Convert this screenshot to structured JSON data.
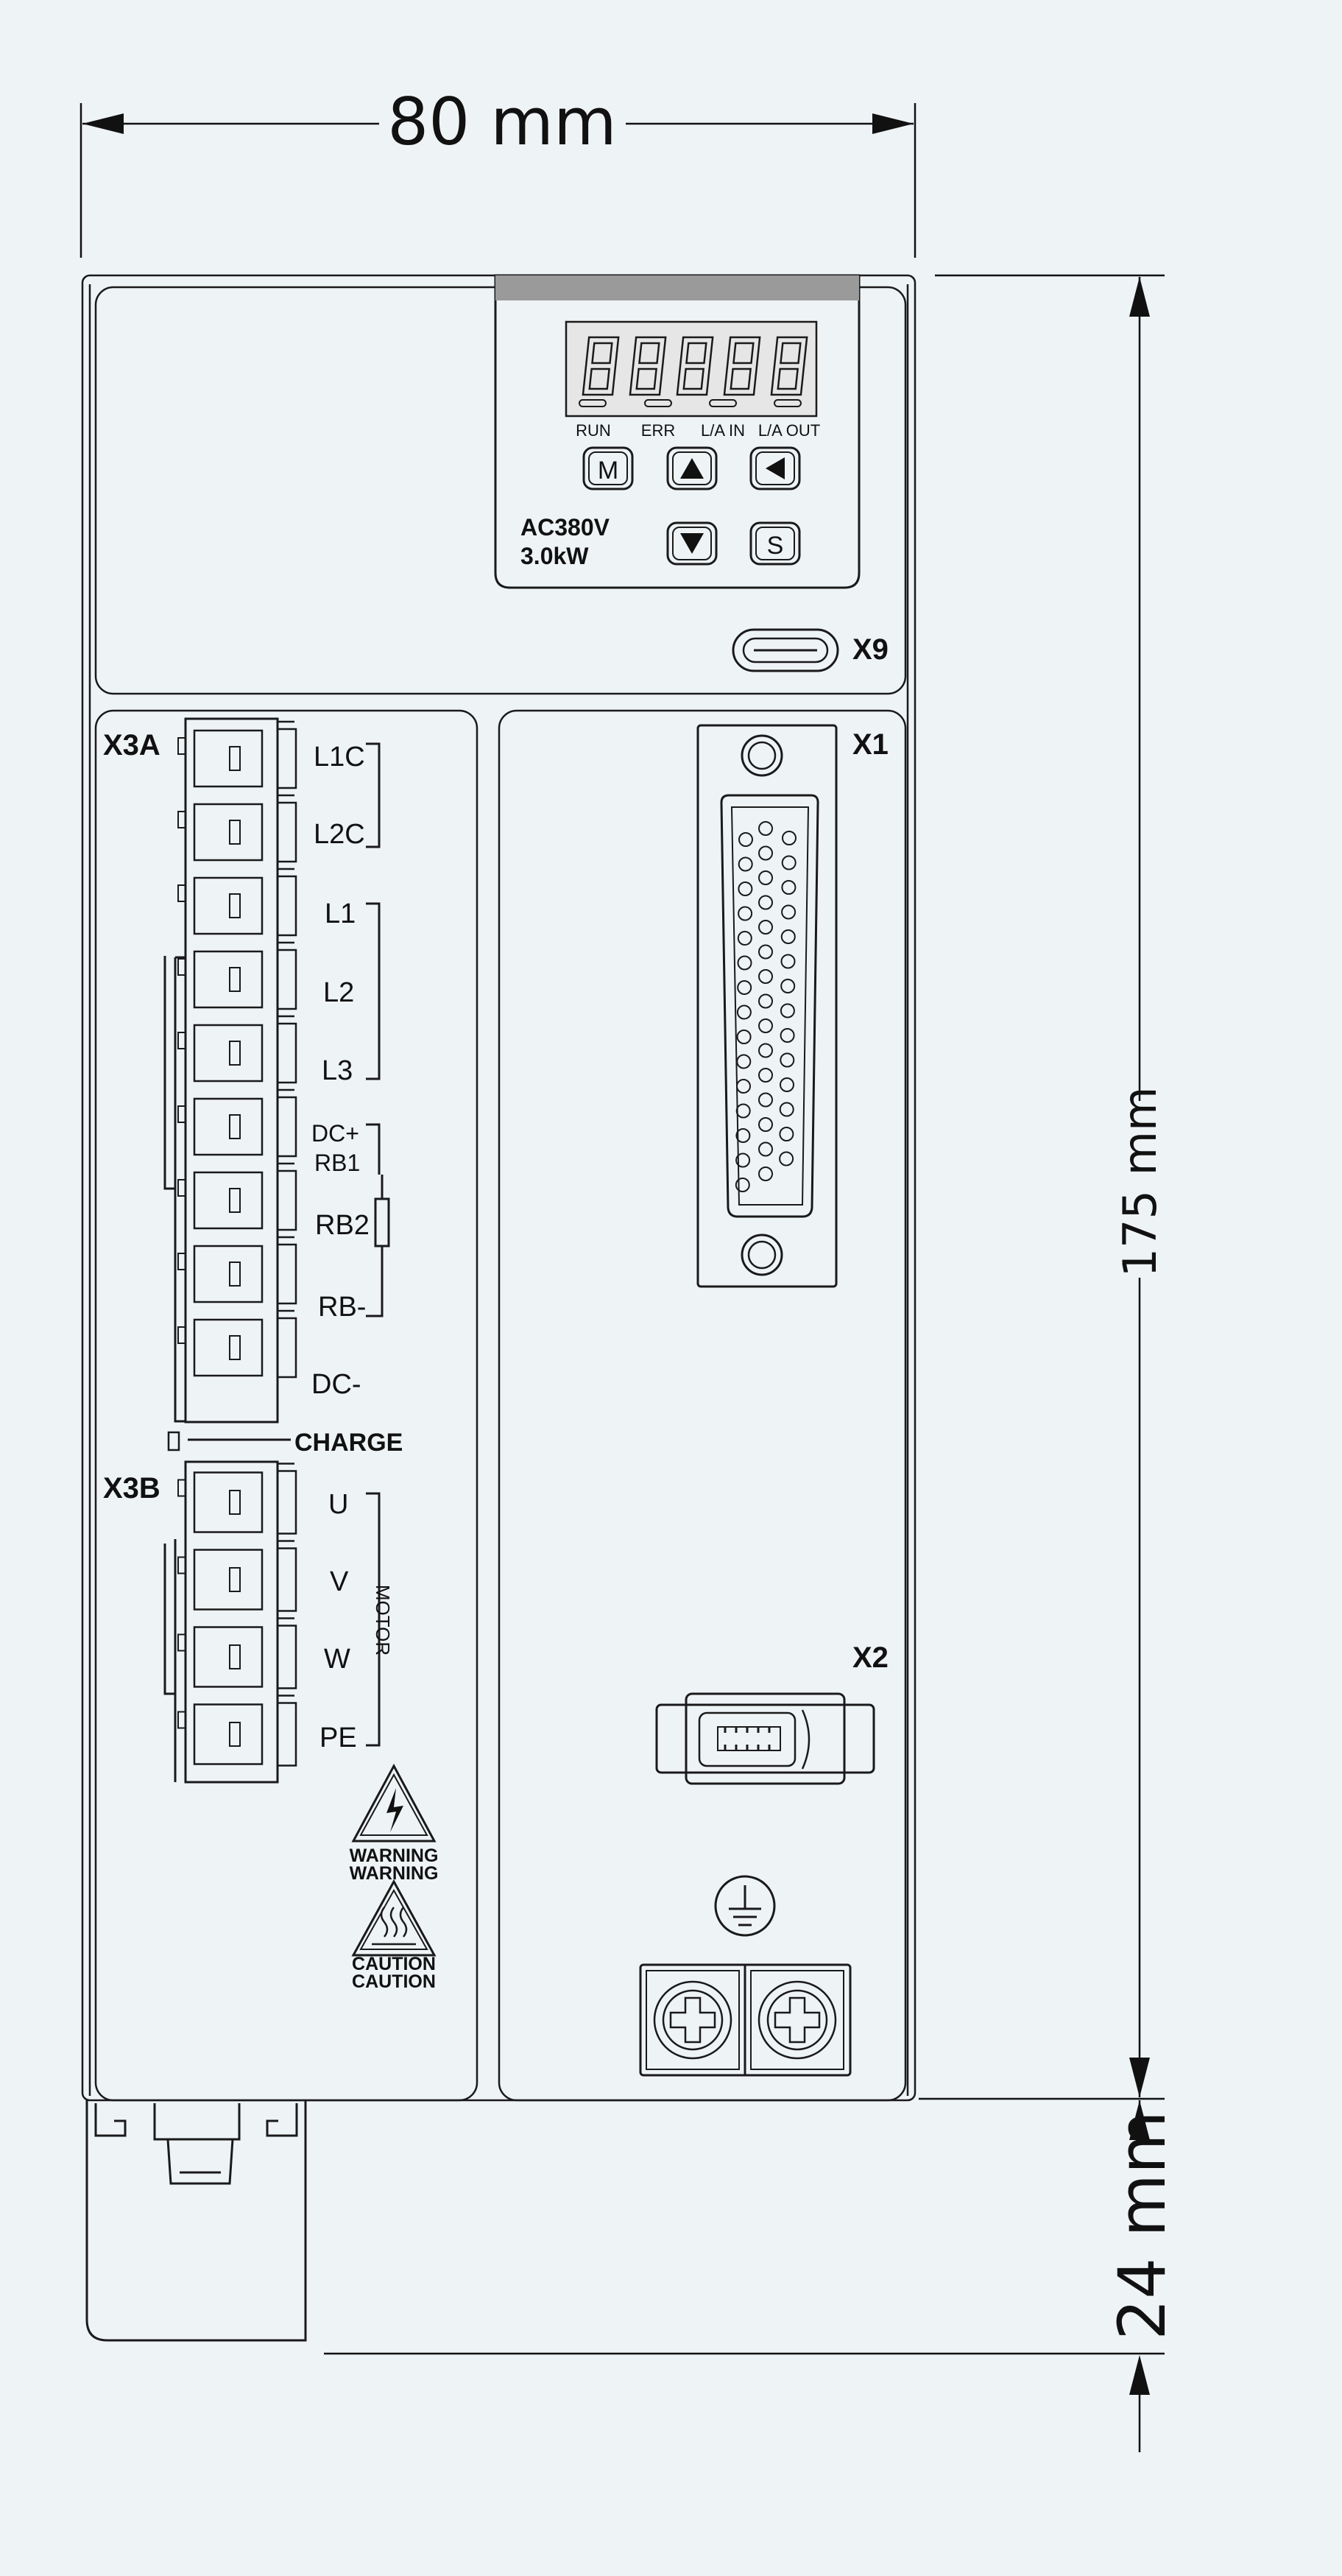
{
  "dimensions": {
    "width": "80 mm",
    "height": "175 mm",
    "depth": "24 mm"
  },
  "keypad": {
    "display_digits": [
      "8",
      "8",
      "8",
      "8",
      "8"
    ],
    "indicators": [
      "RUN",
      "ERR",
      "L/A IN",
      "L/A OUT"
    ],
    "buttons": {
      "mode": "M",
      "set": "S"
    },
    "rating_voltage": "AC380V",
    "rating_power": "3.0kW"
  },
  "ports": {
    "x9": "X9",
    "x1": "X1",
    "x2": "X2",
    "x3a": "X3A",
    "x3b": "X3B"
  },
  "terminals_x3a": [
    "L1C",
    "L2C",
    "L1",
    "L2",
    "L3",
    "DC+",
    "RB1",
    "RB2",
    "RB-",
    "DC-"
  ],
  "charge_label": "CHARGE",
  "terminals_x3b": [
    "U",
    "V",
    "W",
    "PE"
  ],
  "motor_label": "MOTOR",
  "warnings": {
    "warning": [
      "WARNING",
      "WARNING"
    ],
    "caution": [
      "CAUTION",
      "CAUTION"
    ]
  },
  "colors": {
    "background": "#eef3f6",
    "line": "#1a1a1a",
    "display_bg": "#e6e6e6",
    "header_bar": "#9a9a9a"
  }
}
